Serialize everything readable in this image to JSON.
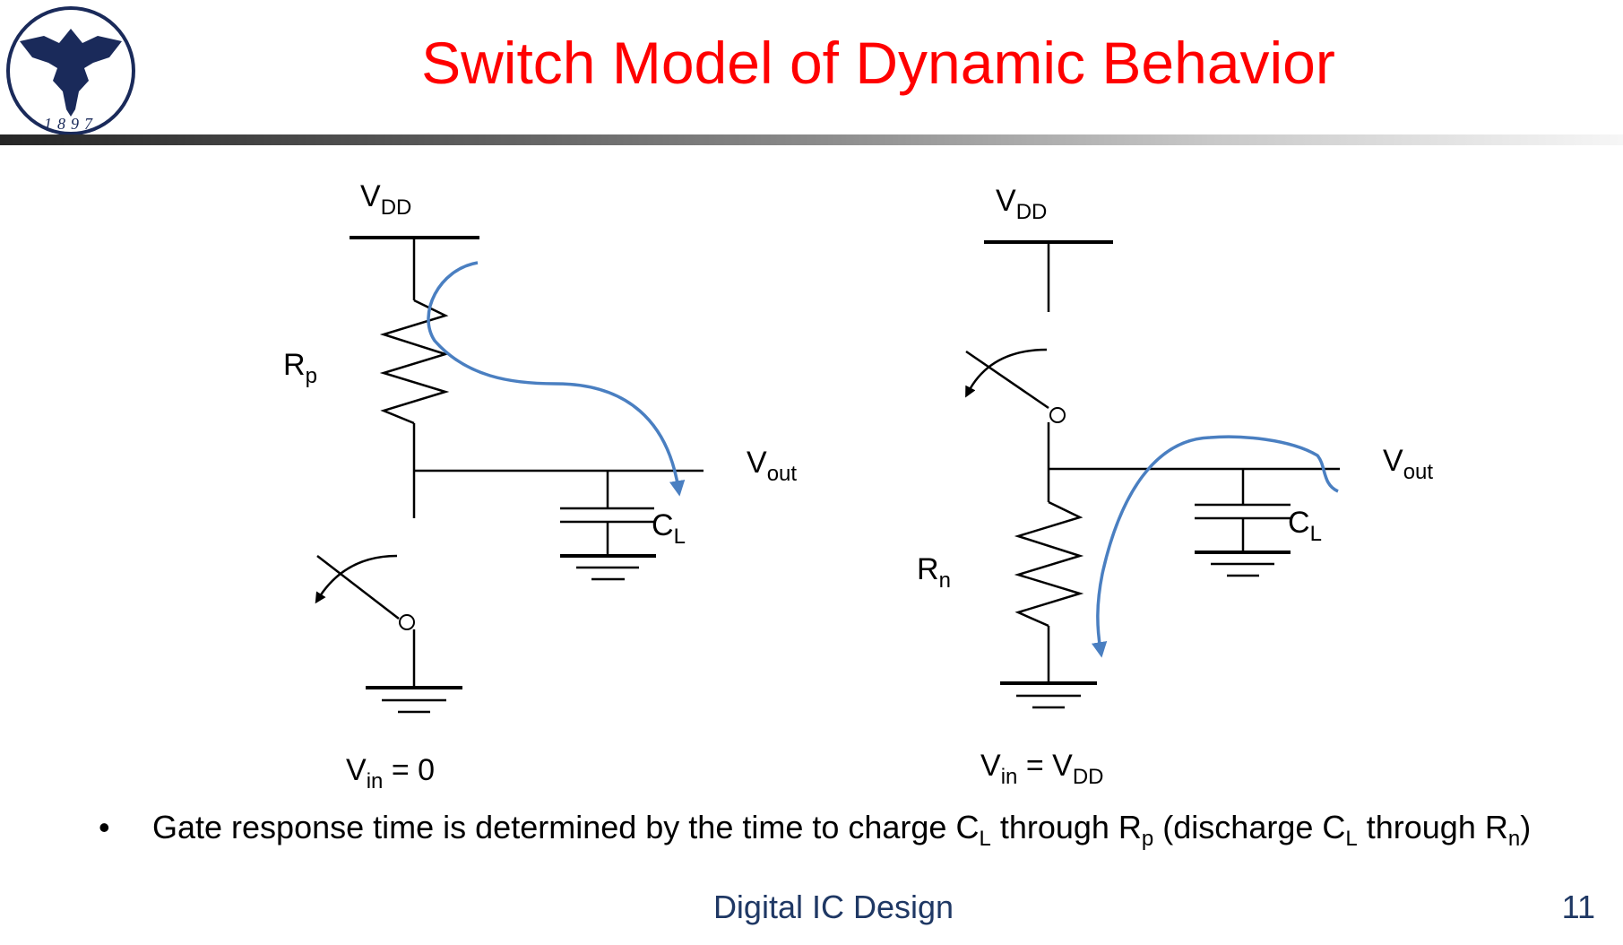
{
  "title": "Switch Model of Dynamic Behavior",
  "logo": {
    "year": "1897",
    "icon": "eagle-seal-icon"
  },
  "left_circuit": {
    "supply": {
      "main": "V",
      "sub": "DD"
    },
    "resistor": {
      "main": "R",
      "sub": "p"
    },
    "output": {
      "main": "V",
      "sub": "out"
    },
    "capacitor": {
      "main": "C",
      "sub": "L"
    },
    "input": {
      "main": "V",
      "sub": "in",
      "rest": " = 0"
    }
  },
  "right_circuit": {
    "supply": {
      "main": "V",
      "sub": "DD"
    },
    "resistor": {
      "main": "R",
      "sub": "n"
    },
    "output": {
      "main": "V",
      "sub": "out"
    },
    "capacitor": {
      "main": "C",
      "sub": "L"
    },
    "input": {
      "main": "V",
      "sub": "in",
      "rest": " = V",
      "sub2": "DD"
    }
  },
  "bullet": {
    "marker": "•",
    "t1": "Gate response time is determined by the time to charge C",
    "s1": "L",
    "t2": " through R",
    "s2": "p",
    "t3": " (discharge C",
    "s3": "L",
    "t4": " through R",
    "s4": "n",
    "t5": ")"
  },
  "footer": {
    "course": "Digital IC Design",
    "page": "11"
  },
  "colors": {
    "title": "#ff0000",
    "arrow": "#4a7fc1",
    "footer": "#1f3864"
  }
}
